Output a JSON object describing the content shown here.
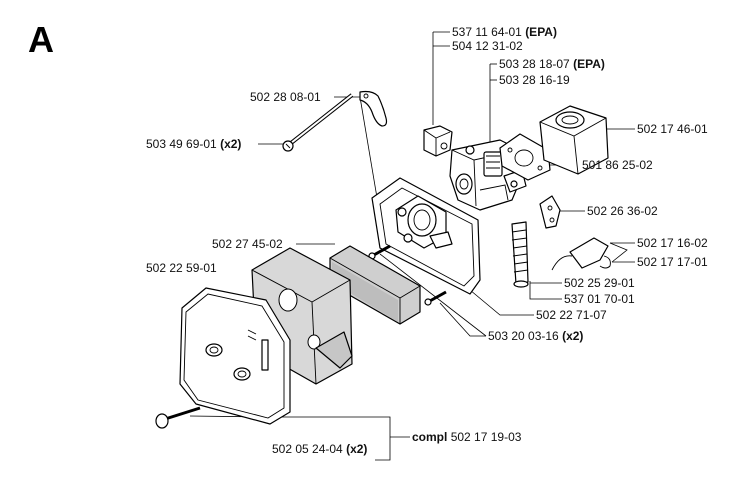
{
  "section": "A",
  "labels": {
    "p537116401": {
      "number": "537 11 64-01",
      "suffix": "(EPA)"
    },
    "p504123102": {
      "number": "504 12 31-02",
      "suffix": ""
    },
    "p503281807": {
      "number": "503 28 18-07",
      "suffix": "(EPA)"
    },
    "p503281619": {
      "number": "503 28 16-19",
      "suffix": ""
    },
    "p502280801": {
      "number": "502 28 08-01",
      "suffix": ""
    },
    "p503496901": {
      "number": "503 49 69-01",
      "suffix": "(x2)"
    },
    "p502174601": {
      "number": "502 17 46-01",
      "suffix": ""
    },
    "p501862502": {
      "number": "501 86 25-02",
      "suffix": ""
    },
    "p502263602": {
      "number": "502 26 36-02",
      "suffix": ""
    },
    "p502274502": {
      "number": "502 27 45-02",
      "suffix": ""
    },
    "p502225901": {
      "number": "502 22 59-01",
      "suffix": ""
    },
    "p502171602": {
      "number": "502 17 16-02",
      "suffix": ""
    },
    "p502171701": {
      "number": "502 17 17-01",
      "suffix": ""
    },
    "p502252901": {
      "number": "502 25 29-01",
      "suffix": ""
    },
    "p537017001": {
      "number": "537 01 70-01",
      "suffix": ""
    },
    "p502227107": {
      "number": "502 22 71-07",
      "suffix": ""
    },
    "p503200316": {
      "number": "503 20 03-16",
      "suffix": "(x2)"
    },
    "p502052404": {
      "number": "502 05 24-04",
      "suffix": "(x2)"
    },
    "compl": {
      "prefix": "compl",
      "number": "502 17 19-03"
    }
  },
  "icons": [
    "carburetor",
    "air-filter-cover",
    "filter-pad",
    "filter-housing",
    "spacer-block",
    "screw",
    "bolt",
    "bracket",
    "gasket",
    "rubber-hose"
  ]
}
